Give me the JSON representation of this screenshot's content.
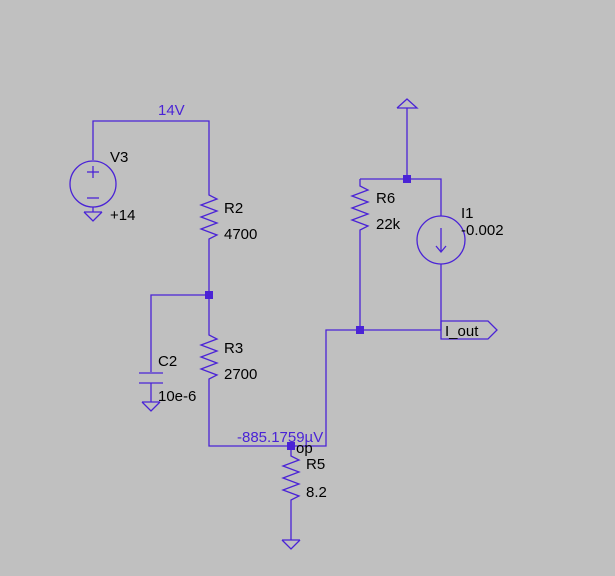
{
  "net_labels": {
    "top_rail": "14V",
    "op_voltage": "-885.1759µV"
  },
  "components": {
    "V3": {
      "name": "V3",
      "value": "+14"
    },
    "R2": {
      "name": "R2",
      "value": "4700"
    },
    "R3": {
      "name": "R3",
      "value": "2700"
    },
    "C2": {
      "name": "C2",
      "value": "10e-6"
    },
    "R5": {
      "name": "R5",
      "value": "8.2"
    },
    "R6": {
      "name": "R6",
      "value": "22k"
    },
    "I1": {
      "name": "I1",
      "value": "-0.002"
    }
  },
  "node_names": {
    "op": "op"
  },
  "ports": {
    "out": "I_out"
  },
  "colors": {
    "wire": "#4a23d6",
    "background": "#c0c0c0",
    "text": "#000000"
  }
}
